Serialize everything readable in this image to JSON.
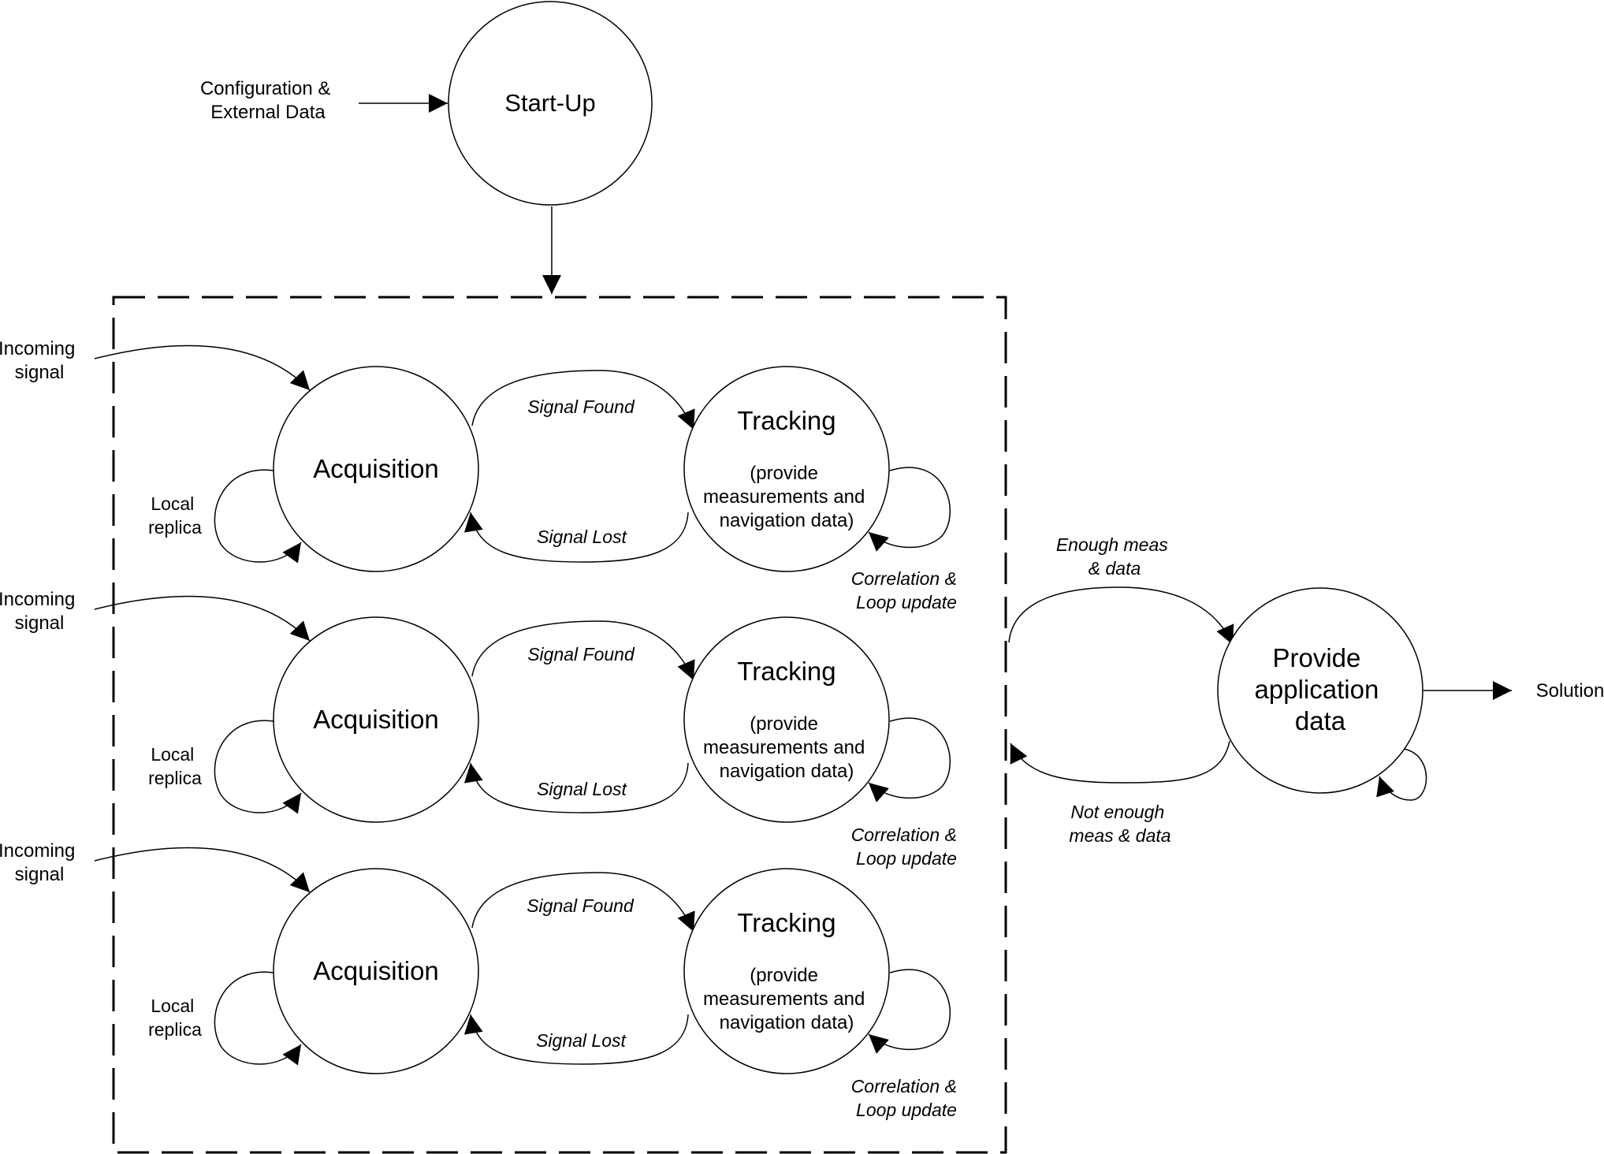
{
  "startup": {
    "inputs_label": [
      "Configuration &",
      "External Data"
    ],
    "label": "Start-Up"
  },
  "channels": [
    {
      "incoming": [
        "Incoming",
        "signal"
      ],
      "local_replica": [
        "Local",
        "replica"
      ],
      "acquisition": "Acquisition",
      "signal_found": "Signal Found",
      "signal_lost": "Signal Lost",
      "tracking": "Tracking",
      "tracking_detail": [
        "(provide",
        "measurements and",
        "navigation data)"
      ],
      "loop_update": [
        "Correlation &",
        "Loop update"
      ]
    },
    {
      "incoming": [
        "Incoming",
        "signal"
      ],
      "local_replica": [
        "Local",
        "replica"
      ],
      "acquisition": "Acquisition",
      "signal_found": "Signal Found",
      "signal_lost": "Signal Lost",
      "tracking": "Tracking",
      "tracking_detail": [
        "(provide",
        "measurements and",
        "navigation data)"
      ],
      "loop_update": [
        "Correlation &",
        "Loop update"
      ]
    },
    {
      "incoming": [
        "Incoming",
        "signal"
      ],
      "local_replica": [
        "Local",
        "replica"
      ],
      "acquisition": "Acquisition",
      "signal_found": "Signal Found",
      "signal_lost": "Signal Lost",
      "tracking": "Tracking",
      "tracking_detail": [
        "(provide",
        "measurements and",
        "navigation data)"
      ],
      "loop_update": [
        "Correlation &",
        "Loop update"
      ]
    }
  ],
  "application": {
    "label": [
      "Provide",
      "application",
      "data"
    ],
    "enough": [
      "Enough meas",
      "& data"
    ],
    "not_enough": [
      "Not enough",
      "meas & data"
    ],
    "output": "Solution"
  }
}
